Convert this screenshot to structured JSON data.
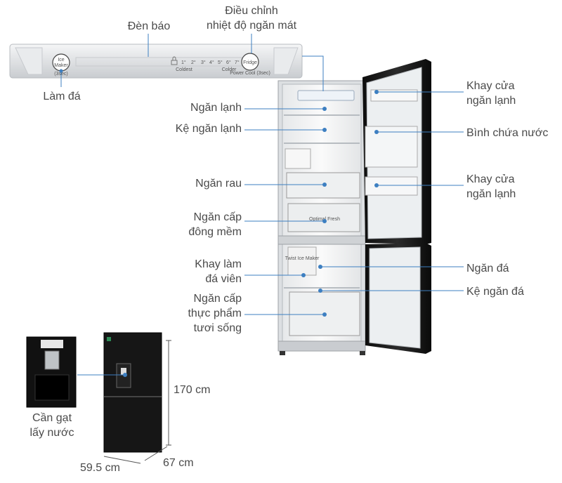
{
  "labels": {
    "control_indicator": "Đèn báo",
    "fridge_temp_adjust": "Điều chỉnh\nnhiệt độ ngăn mát",
    "ice_maker_label": "Làm đá",
    "fridge_compartment": "Ngăn lạnh",
    "fridge_shelf": "Kệ ngăn lạnh",
    "vegetable_drawer": "Ngăn rau",
    "soft_freeze": "Ngăn cấp\nđông mềm",
    "ice_tray": "Khay làm\nđá viên",
    "fresh_food_freezer": "Ngăn cấp\nthực phẩm\ntươi sống",
    "door_tray_top": "Khay cửa\nngăn lạnh",
    "water_tank": "Bình chứa nước",
    "door_tray_bottom": "Khay cửa\nngăn lạnh",
    "freezer_compartment": "Ngăn đá",
    "freezer_shelf": "Kệ ngăn đá",
    "water_lever": "Cần gạt\nlấy nước",
    "height": "170 cm",
    "width": "59.5 cm",
    "depth": "67 cm"
  },
  "panel": {
    "ice_button": "Ice\nMaker",
    "ice_sub": "(3sec)",
    "fridge_button": "Fridge",
    "fridge_sub": "Power Cool (3sec)",
    "coldest": "Coldest",
    "colder": "Colder",
    "temps": [
      "1°",
      "2°",
      "3°",
      "4°",
      "5°",
      "6°",
      "7°"
    ]
  },
  "drawer_text": {
    "soft_freeze": "Optimal Fresh",
    "ice_sign": "Twist Ice Maker"
  },
  "colors": {
    "accent_line": "#3d7fc1",
    "label_text": "#4a4a4a",
    "fridge_body": "#1a1a1a",
    "interior": "#f2f3f4"
  }
}
